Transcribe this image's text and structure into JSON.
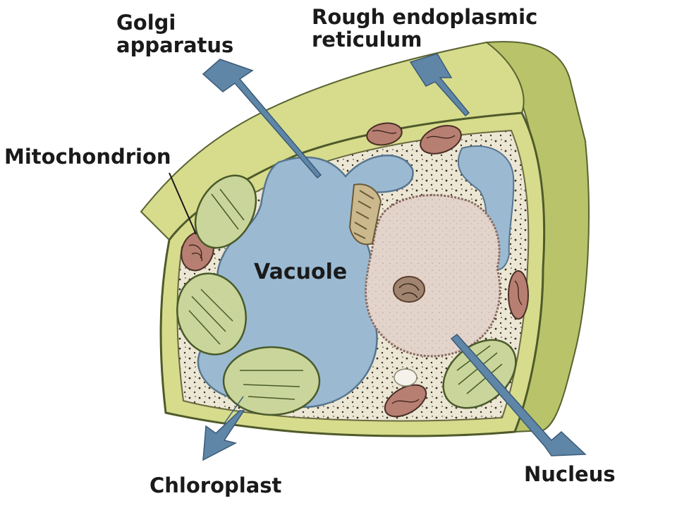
{
  "diagram": {
    "labels": {
      "golgi": [
        "Golgi",
        "apparatus"
      ],
      "rer": [
        "Rough endoplasmic",
        "reticulum"
      ],
      "mitochondrion": "Mitochondrion",
      "vacuole": "Vacuole",
      "chloroplast": "Chloroplast",
      "nucleus": "Nucleus"
    },
    "colors": {
      "cell_wall": "#d6dc8c",
      "cell_wall_side": "#b9c46a",
      "cytoplasm": "#ece7d4",
      "vacuole": "#9bbad2",
      "nucleus": "#e3d4cb",
      "nucleolus": "#8c6a55",
      "mitochondrion": "#b77f72",
      "chloroplast": "#c9d59a",
      "arrow": "#5f86a6"
    }
  }
}
